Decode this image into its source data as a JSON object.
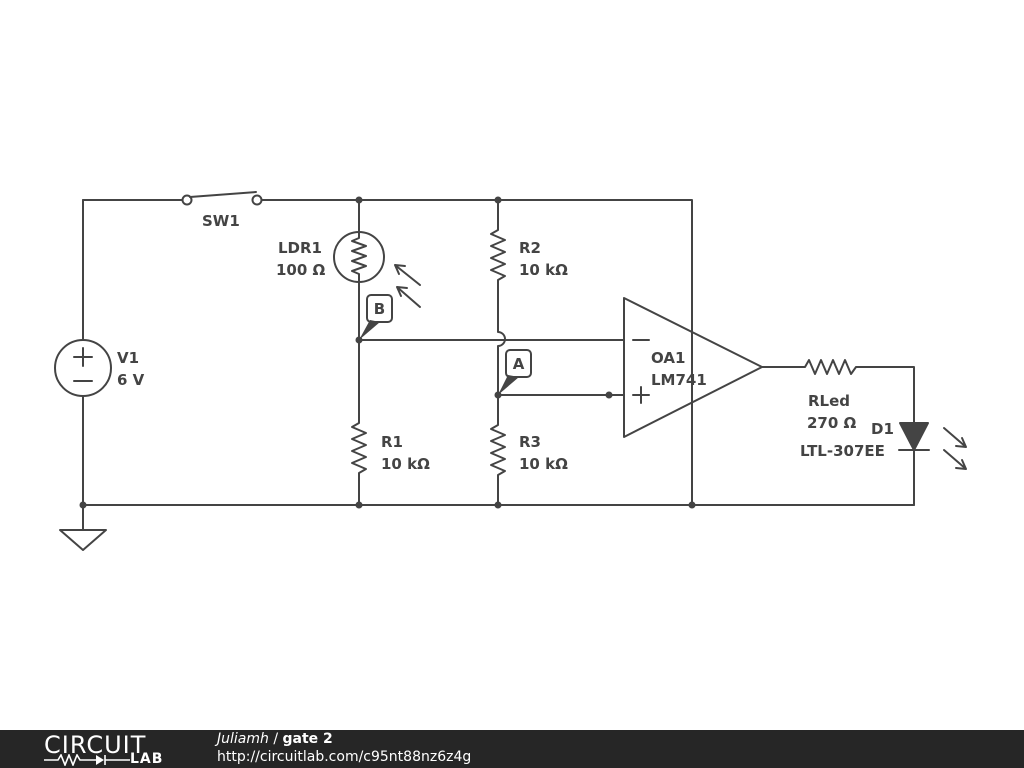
{
  "components": {
    "sw1": {
      "name": "SW1"
    },
    "v1": {
      "name": "V1",
      "value": "6 V"
    },
    "ldr1": {
      "name": "LDR1",
      "value": "100 Ω"
    },
    "r2": {
      "name": "R2",
      "value": "10 kΩ"
    },
    "r1": {
      "name": "R1",
      "value": "10 kΩ"
    },
    "r3": {
      "name": "R3",
      "value": "10 kΩ"
    },
    "oa1": {
      "name": "OA1",
      "value": "LM741"
    },
    "rled": {
      "name": "RLed",
      "value": "270 Ω"
    },
    "d1": {
      "name": "D1",
      "value": "LTL-307EE"
    }
  },
  "probes": {
    "a": "A",
    "b": "B"
  },
  "footer": {
    "logo_top": "CIRCUIT",
    "logo_bottom": "LAB",
    "user": "Juliamh",
    "separator": " / ",
    "title": "gate 2",
    "url": "http://circuitlab.com/c95nt88nz6z4g"
  },
  "colors": {
    "ink": "#444444",
    "footer_bg": "#262626",
    "footer_text": "#ffffff"
  }
}
